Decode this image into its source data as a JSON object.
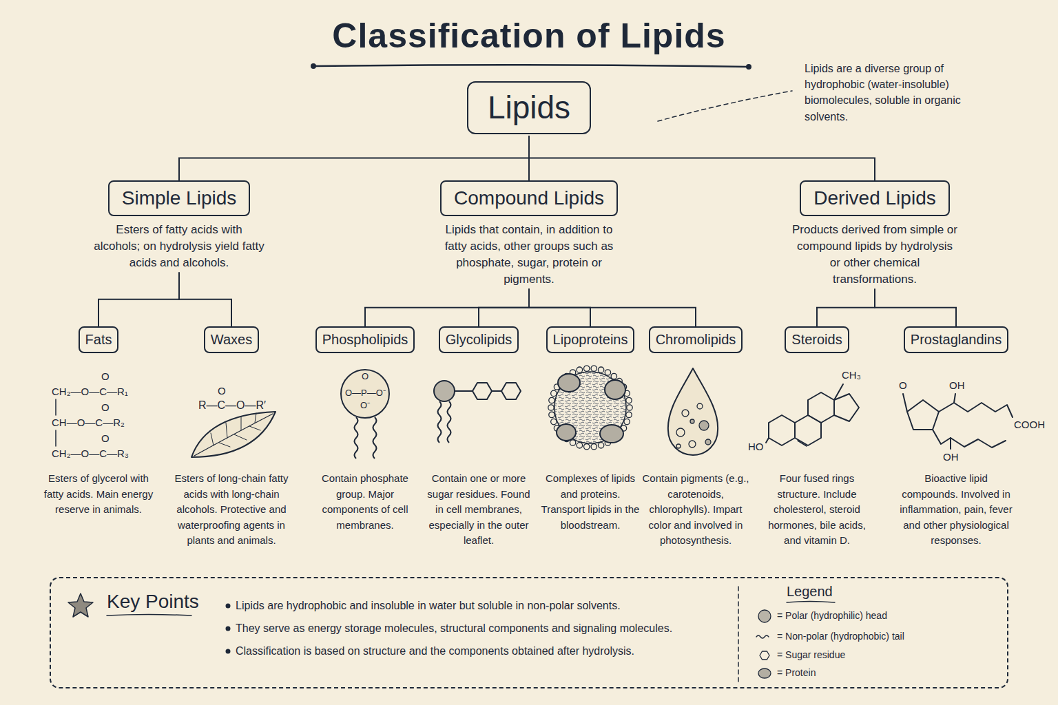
{
  "diagram": {
    "title": "Classification of Lipids",
    "nodes": [
      {
        "text": [
          "Lipids"
        ]
      },
      {
        "text": [
          "Simple Lipids",
          "Esters of fatty acids with alcohols; on hydrolysis yield fatty acids and alcohols."
        ]
      },
      {
        "text": [
          "Compound Lipids",
          "Lipids that contain, in addition to fatty acids, other groups such as phosphate, sugar, protein or pigments."
        ]
      },
      {
        "text": [
          "Derived Lipids",
          "Products derived from simple or compound lipids by hydrolysis or other chemical transformations."
        ]
      },
      {
        "text": [
          "Fats",
          "Esters of glycerol with fatty acids. Main energy reserve in animals."
        ]
      },
      {
        "text": [
          "Waxes",
          "Esters of long-chain fatty acids with long-chain alcohols. Protective and waterproofing agents in plants and animals."
        ]
      },
      {
        "text": [
          "Phospholipids",
          "Contain phosphate group. Major components of cell membranes."
        ]
      },
      {
        "text": [
          "Glycolipids",
          "Contain one or more sugar residues. Found in cell membranes, especially in the outer leaflet."
        ]
      },
      {
        "text": [
          "Lipoproteins",
          "Complexes of lipids and proteins. Transport lipids in the bloodstream."
        ]
      },
      {
        "text": [
          "Chromolipids",
          "Contain pigments (e.g., carotenoids, chlorophylls). Impart color and involved in photosynthesis."
        ]
      },
      {
        "text": [
          "Steroids",
          "Four fused rings structure. Include cholesterol, steroid hormones, bile acids, and vitamin D."
        ]
      },
      {
        "text": [
          "Prostaglandins",
          "Bioactive lipid compounds. Involved in inflammation, pain, fever and other physiological responses."
        ]
      },
      {
        "text": [
          "Key Points",
          "Lipids are hydrophobic and insoluble in water but soluble in non-polar solvents.",
          "They serve as energy storage molecules, structural components and signaling molecules.",
          "Classification is based on structure and the components obtained after hydrolysis."
        ]
      }
    ],
    "edges": [
      {
        "from": 0,
        "to": 1,
        "arrow": "none"
      },
      {
        "from": 0,
        "to": 2,
        "arrow": "none"
      },
      {
        "from": 0,
        "to": 3,
        "arrow": "none"
      },
      {
        "from": 1,
        "to": 4,
        "arrow": "none"
      },
      {
        "from": 1,
        "to": 5,
        "arrow": "none"
      },
      {
        "from": 2,
        "to": 6,
        "arrow": "none"
      },
      {
        "from": 2,
        "to": 7,
        "arrow": "none"
      },
      {
        "from": 2,
        "to": 8,
        "arrow": "none"
      },
      {
        "from": 2,
        "to": 9,
        "arrow": "none"
      },
      {
        "from": 3,
        "to": 10,
        "arrow": "none"
      },
      {
        "from": 3,
        "to": 11,
        "arrow": "none"
      }
    ],
    "labels": [
      "Lipids are a diverse group of hydrophobic (water-insoluble) biomolecules, soluble in organic solvents.",
      "O",
      "CH₂—O—C—R₁",
      "O",
      "CH—O—C—R₂",
      "O",
      "CH₂—O—C—R₃",
      "O",
      "R—C—O—R′",
      "O",
      "O—P—O⁻",
      "O⁻",
      "CH₃",
      "HO",
      "O",
      "OH",
      "COOH",
      "OH",
      "Legend"
    ],
    "legend": [
      {
        "text": "= Polar (hydrophilic) head"
      },
      {
        "text": "= Non-polar (hydrophobic) tail"
      },
      {
        "text": "= Sugar residue"
      },
      {
        "text": "= Protein"
      }
    ]
  }
}
